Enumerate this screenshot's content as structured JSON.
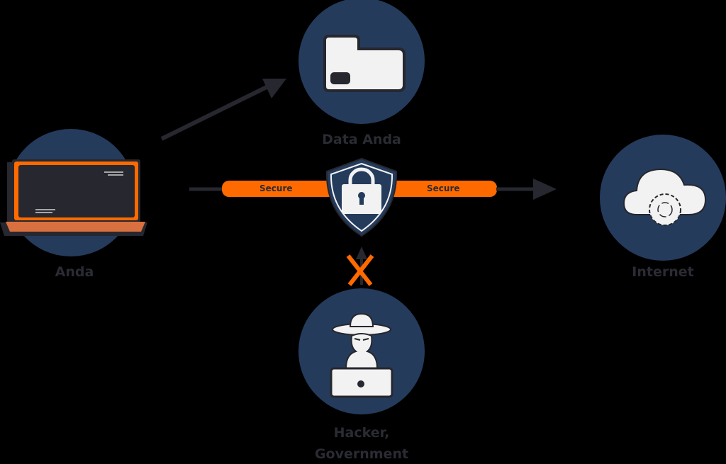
{
  "colors": {
    "background": "#000000",
    "circle": "#243b5c",
    "accent": "#ff6a00",
    "dark": "#26272f",
    "light": "#f2f2f2",
    "laptop_base": "#d8703f"
  },
  "nodes": {
    "you": {
      "label": "Anda",
      "icon": "laptop-icon"
    },
    "data": {
      "label": "Data Anda",
      "icon": "folder-icon"
    },
    "internet": {
      "label": "Internet",
      "icon": "cloud-gear-icon"
    },
    "attacker": {
      "label_line1": "Hacker,",
      "label_line2": "Government",
      "icon": "hacker-icon"
    }
  },
  "connection": {
    "left_label": "Secure",
    "right_label": "Secure",
    "center_icon": "shield-lock-icon",
    "blocked_mark": "X"
  }
}
